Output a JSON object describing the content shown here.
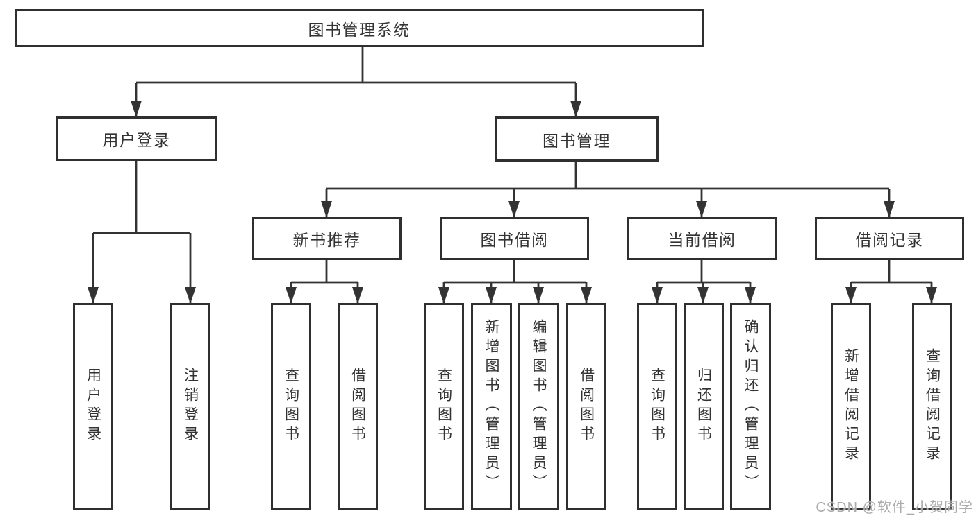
{
  "root": {
    "label": "图书管理系统"
  },
  "level2": [
    {
      "label": "用户登录",
      "children": [
        {
          "label": "用户登录"
        },
        {
          "label": "注销登录"
        }
      ]
    },
    {
      "label": "图书管理",
      "children": [
        {
          "label": "新书推荐",
          "children": [
            {
              "label": "查询图书"
            },
            {
              "label": "借阅图书"
            }
          ]
        },
        {
          "label": "图书借阅",
          "children": [
            {
              "label": "查询图书"
            },
            {
              "label": "新增图书（管理员）"
            },
            {
              "label": "编辑图书（管理员）"
            },
            {
              "label": "借阅图书"
            }
          ]
        },
        {
          "label": "当前借阅",
          "children": [
            {
              "label": "查询图书"
            },
            {
              "label": "归还图书"
            },
            {
              "label": "确认归还（管理员）"
            }
          ]
        },
        {
          "label": "借阅记录",
          "children": [
            {
              "label": "新增借阅记录"
            },
            {
              "label": "查询借阅记录"
            }
          ]
        }
      ]
    }
  ],
  "watermark": {
    "text": "CSDN @软件_小贺同学"
  },
  "colors": {
    "line": "#333333",
    "box_border": "#2f2f2f",
    "text": "#333333",
    "watermark": "#ababab"
  }
}
